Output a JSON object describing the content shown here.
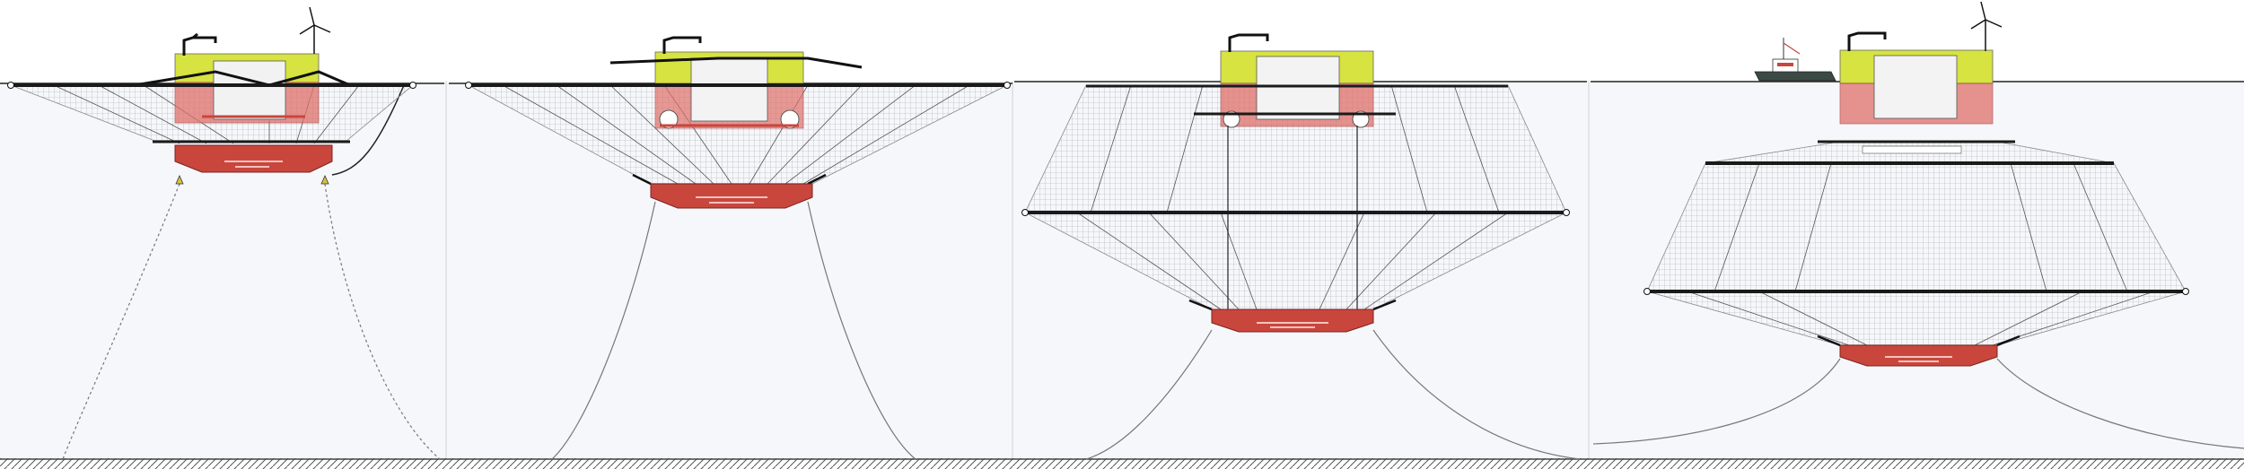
{
  "diagram": {
    "panels": [
      {
        "id": "stage-1-surface-towing",
        "has_wind_turbine": true,
        "has_vessel": false,
        "mooring": "dashed"
      },
      {
        "id": "stage-2-net-deploying",
        "has_wind_turbine": false,
        "has_vessel": false,
        "mooring": "solid"
      },
      {
        "id": "stage-3-net-extended",
        "has_wind_turbine": false,
        "has_vessel": false,
        "mooring": "solid"
      },
      {
        "id": "stage-4-full-operation",
        "has_wind_turbine": true,
        "has_vessel": true,
        "mooring": "solid"
      }
    ],
    "colors": {
      "water": "#f6f7fb",
      "seabed_hatch": "#555555",
      "hull_yellow": "#d6e340",
      "hull_red": "#e0706a",
      "sinker_red": "#c9463d",
      "ring_black": "#1a1a1a",
      "net_grey": "#9a9a9a",
      "mooring_line": "#777777"
    },
    "icons": [
      "wind-turbine-icon",
      "crane-icon",
      "service-vessel-icon",
      "anchor-buoy-icon"
    ]
  }
}
